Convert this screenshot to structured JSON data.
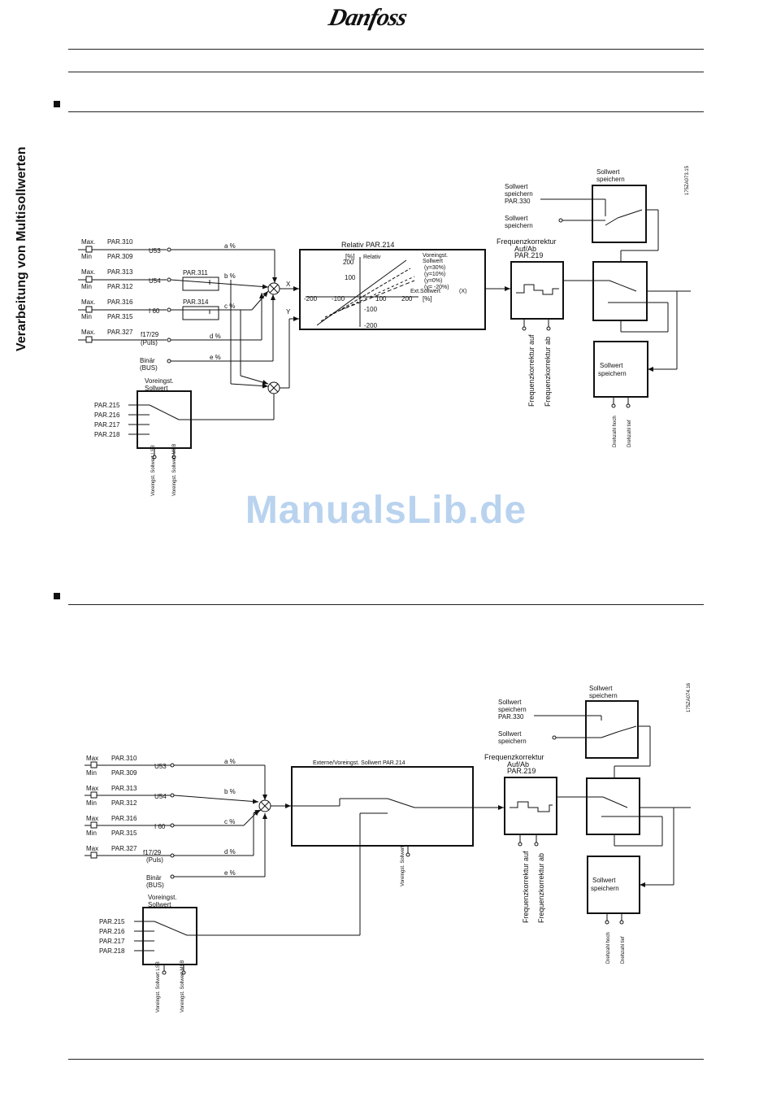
{
  "brand": {
    "logo": "Danfoss"
  },
  "side_title": "Verarbeitung von Multisollwerten",
  "watermark": "ManualsLib.de",
  "diagram1": {
    "code": "175ZA073.15",
    "inputs": [
      {
        "max": "Max.",
        "max_par": "PAR.310",
        "min": "Min",
        "min_par": "PAR.309",
        "signal": "U53",
        "pct": "a %"
      },
      {
        "max": "Max.",
        "max_par": "PAR.313",
        "min": "Min",
        "min_par": "PAR.312",
        "signal": "U54",
        "pct": "b %"
      },
      {
        "max": "Max.",
        "max_par": "PAR.316",
        "min": "Min",
        "min_par": "PAR.315",
        "signal": "I 60",
        "pct": "c %"
      },
      {
        "max": "Max.",
        "max_par": "PAR.327",
        "signal": "f17/29",
        "signal2": "(Puls)",
        "pct": "d %"
      }
    ],
    "binary": {
      "label": "Binär",
      "label2": "(BUS)",
      "pct": "e %"
    },
    "switch311": "PAR.311",
    "switch314": "PAR.314",
    "x_label": "X",
    "y_label": "Y",
    "relativ": {
      "title": "Relativ PAR.214",
      "yunit": "[%]",
      "ytitle": "Relativ",
      "legend_title": "Voreingst.",
      "legend_title2": "Sollwert",
      "legend": [
        "(y=30%)",
        "(y=10%)",
        "(y=0%)",
        "(y= -20%)"
      ],
      "xtitle": "Ext.Sollwert",
      "xsym": "(X)",
      "xunit": "[%]",
      "ticks_y_pos": [
        "200",
        "100"
      ],
      "ticks_y_neg": [
        "-100",
        "-200"
      ],
      "ticks_x": [
        "-200",
        "-100",
        "100",
        "200"
      ]
    },
    "preset": {
      "title": "Voreingst.",
      "title2": "Sollwert",
      "pars": [
        "PAR.215",
        "PAR.216",
        "PAR.217",
        "PAR.218"
      ],
      "bits": [
        "Voreingst. Sollwert LSB",
        "Voreingst. Sollwert MSB"
      ]
    },
    "freq": {
      "title": "Frequenzkorrektur",
      "title2": "Auf/Ab",
      "par": "PAR.219",
      "in_up": "Frequenzkorrektur auf",
      "in_down": "Frequenzkorrektur ab"
    },
    "store_top": {
      "title": "Sollwert",
      "title2": "speichern",
      "in1": "Sollwert",
      "in1b": "speichern",
      "in1c": "PAR.330",
      "in2": "Sollwert",
      "in2b": "speichern"
    },
    "store_bottom": {
      "title": "Sollwert",
      "title2": "speichern",
      "in1": "Drehzahl hoch",
      "in2": "Drehzahl tief"
    }
  },
  "diagram2": {
    "code": "175ZA074.16",
    "inputs": [
      {
        "max": "Max",
        "max_par": "PAR.310",
        "min": "Min",
        "min_par": "PAR.309",
        "signal": "U53",
        "pct": "a %"
      },
      {
        "max": "Max",
        "max_par": "PAR.313",
        "min": "Min",
        "min_par": "PAR.312",
        "signal": "U54",
        "pct": "b %"
      },
      {
        "max": "Max",
        "max_par": "PAR.316",
        "min": "Min",
        "min_par": "PAR.315",
        "signal": "I 60",
        "pct": "c %"
      },
      {
        "max": "Max",
        "max_par": "PAR.327",
        "signal": "f17/29",
        "signal2": "(Puls)",
        "pct": "d %"
      }
    ],
    "binary": {
      "label": "Binär",
      "label2": "(BUS)",
      "pct": "e %"
    },
    "extern": {
      "title": "Externe/Voreingst. Sollwert PAR.214",
      "input": "Voreingst. Sollwert"
    },
    "preset": {
      "title": "Voreingst.",
      "title2": "Sollwert",
      "pars": [
        "PAR.215",
        "PAR.216",
        "PAR.217",
        "PAR.218"
      ],
      "bits": [
        "Voreingst. Sollwert LSB",
        "Voreingst. Sollwert MSB"
      ]
    },
    "freq": {
      "title": "Frequenzkorrektur",
      "title2": "Auf/Ab",
      "par": "PAR.219",
      "in_up": "Frequenzkorrektur auf",
      "in_down": "Frequenzkorrektur ab"
    },
    "store_top": {
      "title": "Sollwert",
      "title2": "speichern",
      "in1": "Sollwert",
      "in1b": "speichern",
      "in1c": "PAR.330",
      "in2": "Sollwert",
      "in2b": "speichern"
    },
    "store_bottom": {
      "title": "Sollwert",
      "title2": "speichern",
      "in1": "Drehzahl hoch",
      "in2": "Drehzahl tief"
    }
  }
}
